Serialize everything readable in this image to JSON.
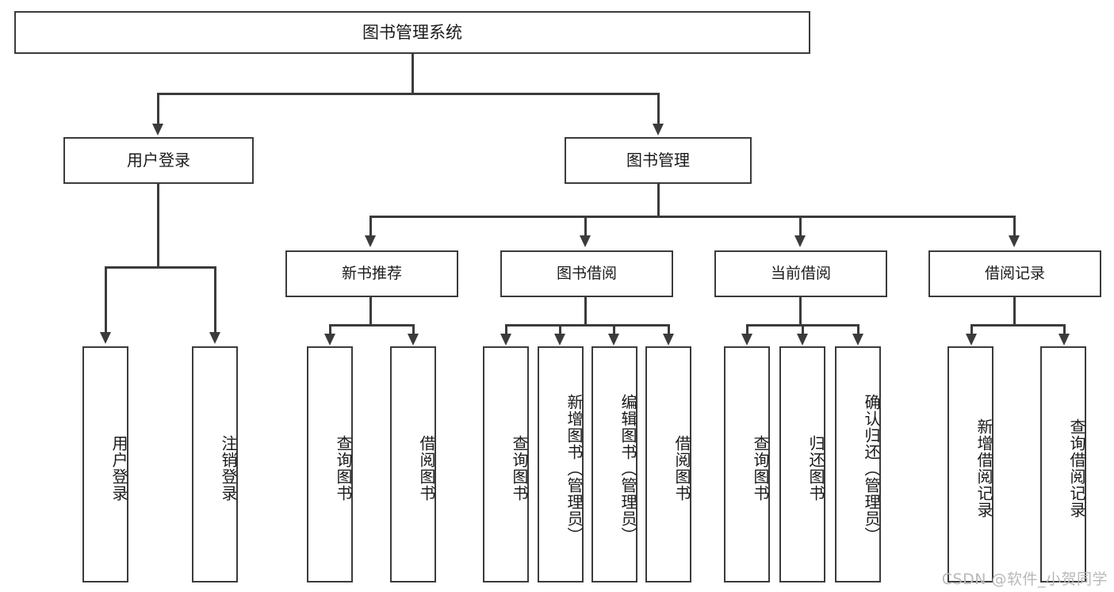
{
  "diagram": {
    "type": "tree",
    "title": "图书管理系统",
    "watermark": "CSDN @软件_小贺同学",
    "colors": {
      "stroke": "#3b3b3b",
      "fill": "#ffffff",
      "text": "#1a1a1a",
      "watermark": "#b9b9b9"
    },
    "root": {
      "label": "图书管理系统"
    },
    "level1": [
      {
        "label": "用户登录"
      },
      {
        "label": "图书管理"
      }
    ],
    "level2": [
      {
        "label": "新书推荐"
      },
      {
        "label": "图书借阅"
      },
      {
        "label": "当前借阅"
      },
      {
        "label": "借阅记录"
      }
    ],
    "leaves": {
      "user_login": [
        {
          "label": "用户登录"
        },
        {
          "label": "注销登录"
        }
      ],
      "new_book": [
        {
          "label": "查询图书"
        },
        {
          "label": "借阅图书"
        }
      ],
      "borrow_book": [
        {
          "label": "查询图书"
        },
        {
          "label": "新增图书（管理员）"
        },
        {
          "label": "编辑图书（管理员）"
        },
        {
          "label": "借阅图书"
        }
      ],
      "current_borrow": [
        {
          "label": "查询图书"
        },
        {
          "label": "归还图书"
        },
        {
          "label": "确认归还（管理员）"
        }
      ],
      "borrow_record": [
        {
          "label": "新增借阅记录"
        },
        {
          "label": "查询借阅记录"
        }
      ]
    }
  }
}
